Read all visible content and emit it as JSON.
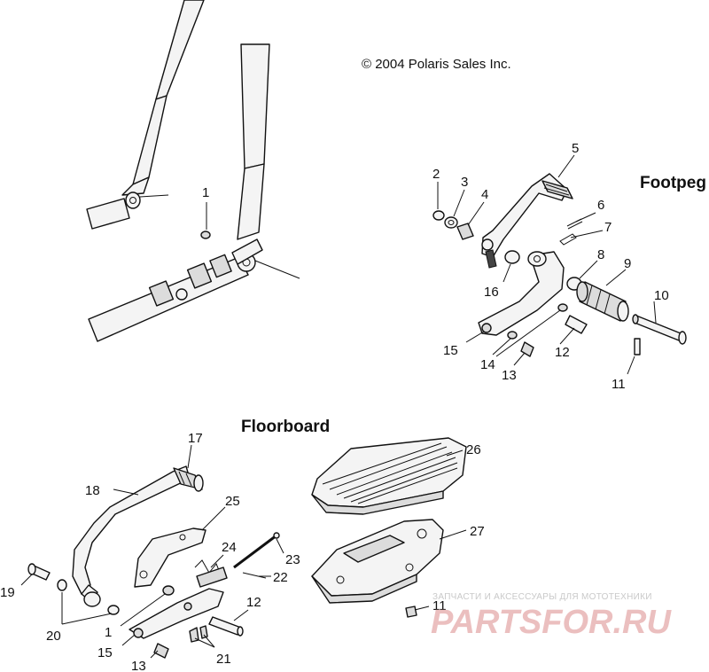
{
  "copyright": "© 2004 Polaris Sales Inc.",
  "sections": {
    "footpeg": "Footpeg",
    "floorboard": "Floorboard"
  },
  "callouts": {
    "frame_1": "1",
    "fp_2": "2",
    "fp_3": "3",
    "fp_4": "4",
    "fp_5": "5",
    "fp_6": "6",
    "fp_7": "7",
    "fp_8": "8",
    "fp_9": "9",
    "fp_10": "10",
    "fp_11": "11",
    "fp_12": "12",
    "fp_13": "13",
    "fp_14": "14",
    "fp_15": "15",
    "fp_16": "16",
    "fb_17": "17",
    "fb_18": "18",
    "fb_19": "19",
    "fb_20": "20",
    "fb_1": "1",
    "fb_15": "15",
    "fb_13": "13",
    "fb_21": "21",
    "fb_12": "12",
    "fb_11": "11",
    "fb_22": "22",
    "fb_23": "23",
    "fb_24": "24",
    "fb_25": "25",
    "fb_26": "26",
    "fb_27": "27"
  },
  "watermark": {
    "tagline": "ЗАПЧАСТИ И АКСЕССУАРЫ ДЛЯ МОТОТЕХНИКИ",
    "logo": "PARTSFOR.RU"
  }
}
